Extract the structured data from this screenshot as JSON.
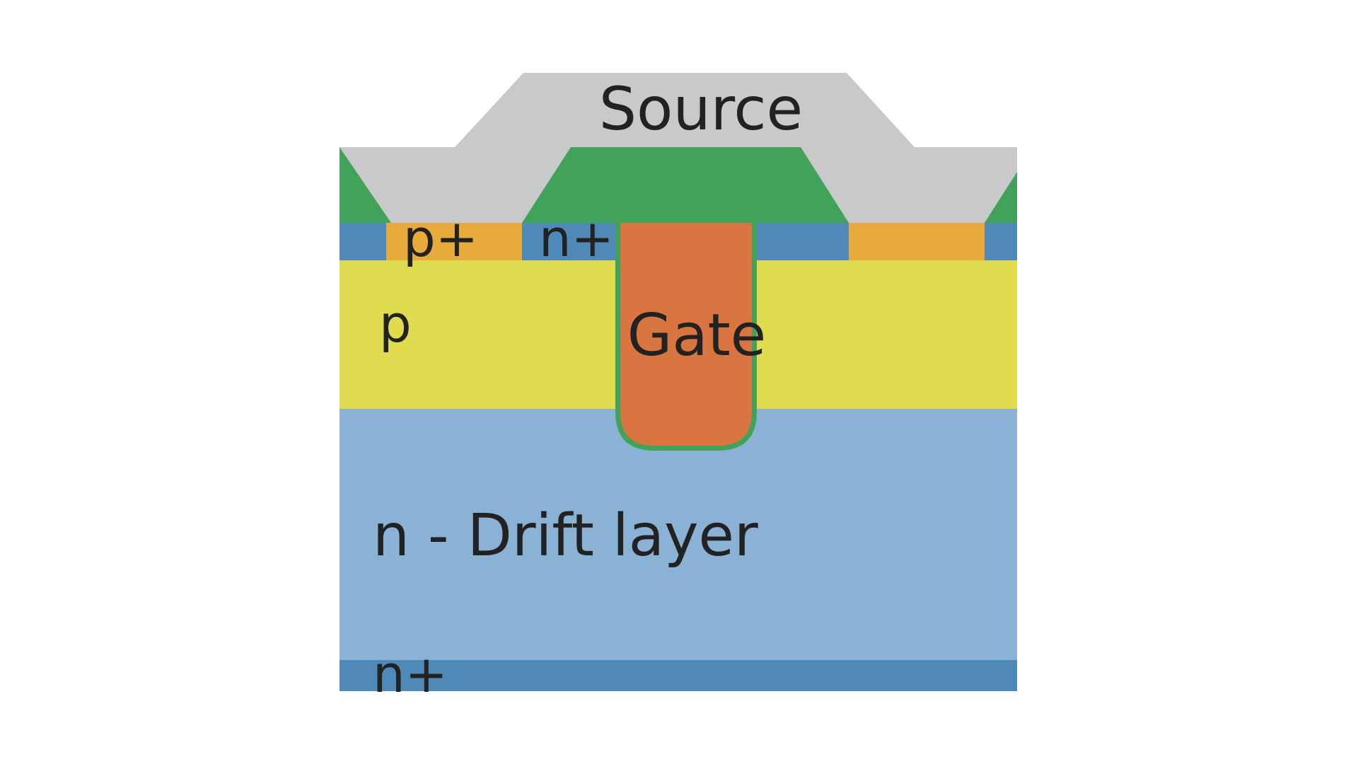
{
  "title": "Trench MOSFET cross-section",
  "colors": {
    "metal": "#c8c9cb",
    "oxide": "#41a35a",
    "n_plus": "#4e89b8",
    "p_plus": "#e8aa3a",
    "p_body": "#e0dc50",
    "gate": "#d87540",
    "drift": "#8ab2d4",
    "text": "#222222"
  },
  "labels": {
    "source": "Source",
    "gate": "Gate",
    "p_plus": "p+",
    "n_plus_top": "n+",
    "p_body": "p",
    "drift": "n - Drift layer",
    "n_plus_substrate": "n+"
  }
}
